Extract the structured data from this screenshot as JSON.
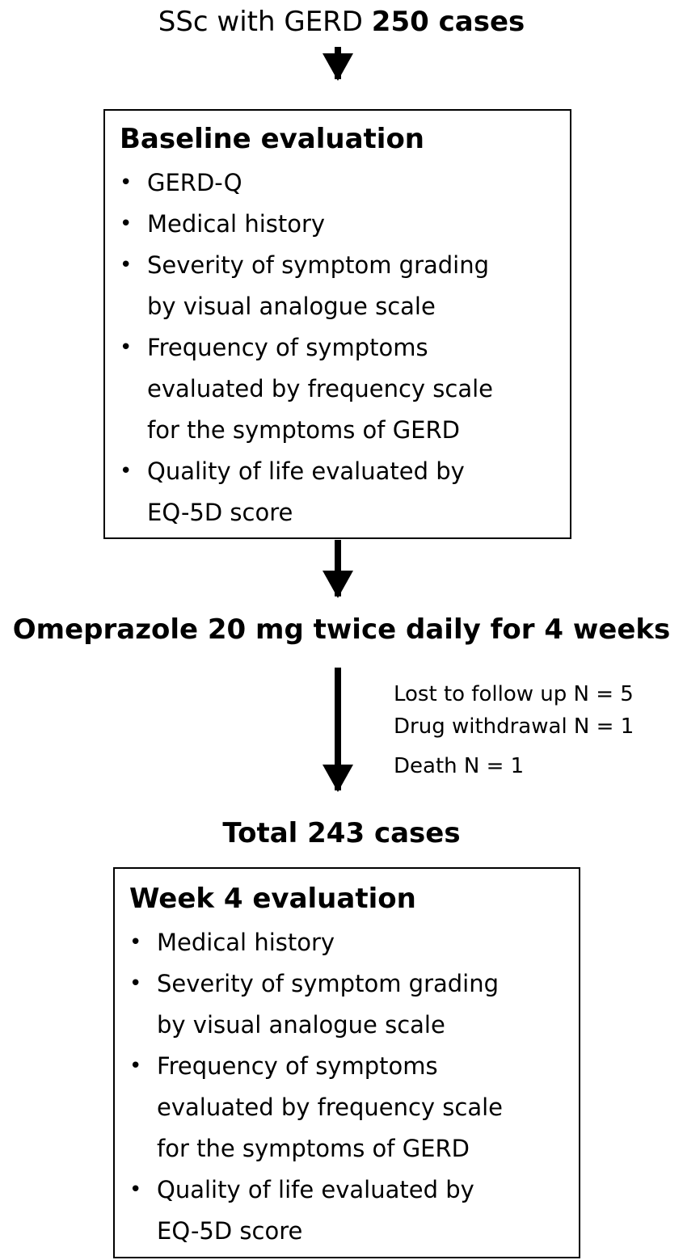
{
  "top": {
    "prefix": "SSc with GERD",
    "count": "250 cases"
  },
  "baseline": {
    "title": "Baseline evaluation",
    "items": [
      "GERD-Q",
      "Medical history",
      "Severity of symptom grading",
      "by visual analogue scale",
      "Frequency of symptoms",
      "evaluated by frequency scale",
      "for the symptoms of GERD",
      "Quality of life evaluated by",
      "EQ-5D score"
    ]
  },
  "treatment": {
    "label": "Omeprazole 20 mg twice daily for 4 weeks"
  },
  "dropouts": [
    "Lost to  follow  up N = 5",
    "Drug withdrawal N = 1",
    "Death N = 1"
  ],
  "total": {
    "label": "Total 243 cases"
  },
  "week4": {
    "title": "Week 4 evaluation",
    "items": [
      "Medical history",
      "Severity of symptom grading",
      "by visual analogue scale",
      "Frequency of symptoms",
      "evaluated by frequency scale",
      "for the symptoms of GERD",
      "Quality of life evaluated by",
      "EQ-5D score"
    ]
  }
}
